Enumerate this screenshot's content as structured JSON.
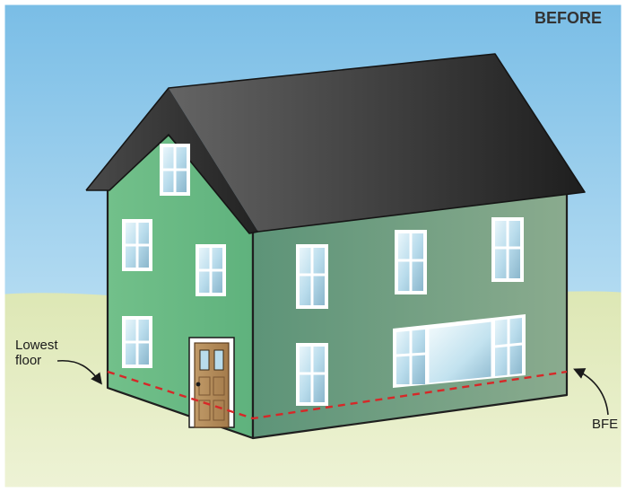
{
  "diagram": {
    "stage_label": "BEFORE",
    "labels": {
      "lowest_floor_line1": "Lowest",
      "lowest_floor_line2": "floor",
      "bfe": "BFE"
    }
  },
  "colors": {
    "sky_top": "#7cc0e8",
    "sky_bottom": "#d6ecf8",
    "ground": "#dfe8b9",
    "front_wall": "#6fbe88",
    "side_wall": "#82a48a",
    "roof_dark": "#2b2b2b",
    "door": "#b08858",
    "window_glass": "#c6e6f4",
    "flood_line": "#d62828"
  }
}
